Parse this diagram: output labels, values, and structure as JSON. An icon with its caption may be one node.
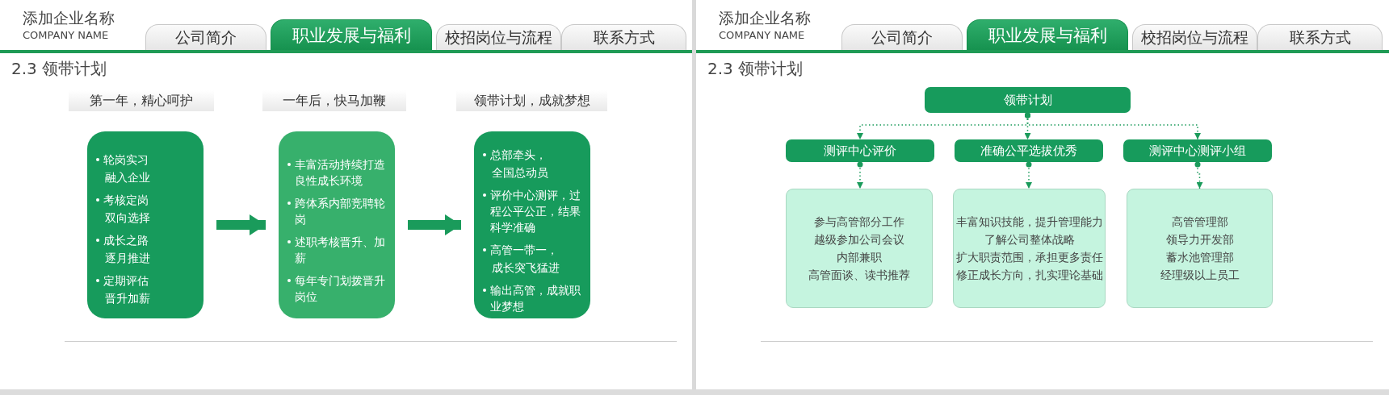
{
  "diagram": {
    "nodes": [
      {
        "text": [
          "公司简介"
        ]
      },
      {
        "text": [
          "职业发展与福利"
        ]
      },
      {
        "text": [
          "校招岗位与流程"
        ]
      },
      {
        "text": [
          "联系方式"
        ]
      },
      {
        "text": [
          "第一年，精心呵护"
        ]
      },
      {
        "text": [
          "一年后，快马加鞭"
        ]
      },
      {
        "text": [
          "领带计划，成就梦想"
        ]
      },
      {
        "text": [
          "轮岗实习",
          "融入企业",
          "考核定岗",
          "双向选择",
          "成长之路",
          "逐月推进",
          "定期评估",
          "晋升加薪"
        ]
      },
      {
        "text": [
          "丰富活动持续打造良性成长环境",
          "跨体系内部竞聘轮岗",
          "述职考核晋升、加薪",
          "每年专门划拨晋升岗位"
        ]
      },
      {
        "text": [
          "总部牵头，",
          "全国总动员",
          "评价中心测评，过程公平公正，结果科学准确",
          "高管一带一，",
          "成长突飞猛进",
          "输出高管，成就职业梦想"
        ]
      },
      {
        "text": [
          "公司简介"
        ]
      },
      {
        "text": [
          "职业发展与福利"
        ]
      },
      {
        "text": [
          "校招岗位与流程"
        ]
      },
      {
        "text": [
          "联系方式"
        ]
      },
      {
        "text": [
          "领带计划"
        ]
      },
      {
        "text": [
          "测评中心评价"
        ]
      },
      {
        "text": [
          "准确公平选拔优秀"
        ]
      },
      {
        "text": [
          "测评中心测评小组"
        ]
      },
      {
        "text": [
          "参与高管部分工作",
          "越级参加公司会议",
          "内部兼职",
          "高管面谈、读书推荐"
        ]
      },
      {
        "text": [
          "丰富知识技能，提升管理能力",
          "了解公司整体战略",
          "扩大职责范围，承担更多责任",
          "修正成长方向，扎实理论基础"
        ]
      },
      {
        "text": [
          "高管管理部",
          "领导力开发部",
          "蓄水池管理部",
          "经理级以上员工"
        ]
      }
    ],
    "edges": [
      {
        "from": 7,
        "to": 8,
        "arrow": "to",
        "style": "thick"
      },
      {
        "from": 8,
        "to": 9,
        "arrow": "to",
        "style": "thick"
      },
      {
        "from": 14,
        "to": 15,
        "arrow": "to",
        "style": "dashed"
      },
      {
        "from": 14,
        "to": 16,
        "arrow": "to",
        "style": "dashed"
      },
      {
        "from": 14,
        "to": 17,
        "arrow": "to",
        "style": "dashed"
      },
      {
        "from": 15,
        "to": 18,
        "arrow": "to",
        "style": "dashed"
      },
      {
        "from": 16,
        "to": 19,
        "arrow": "to",
        "style": "dashed"
      },
      {
        "from": 17,
        "to": 20,
        "arrow": "to",
        "style": "dashed"
      }
    ],
    "labels": [
      "添加企业名称",
      "COMPANY NAME",
      "2.3 领带计划",
      "添加企业名称",
      "COMPANY NAME",
      "2.3 领带计划"
    ]
  }
}
